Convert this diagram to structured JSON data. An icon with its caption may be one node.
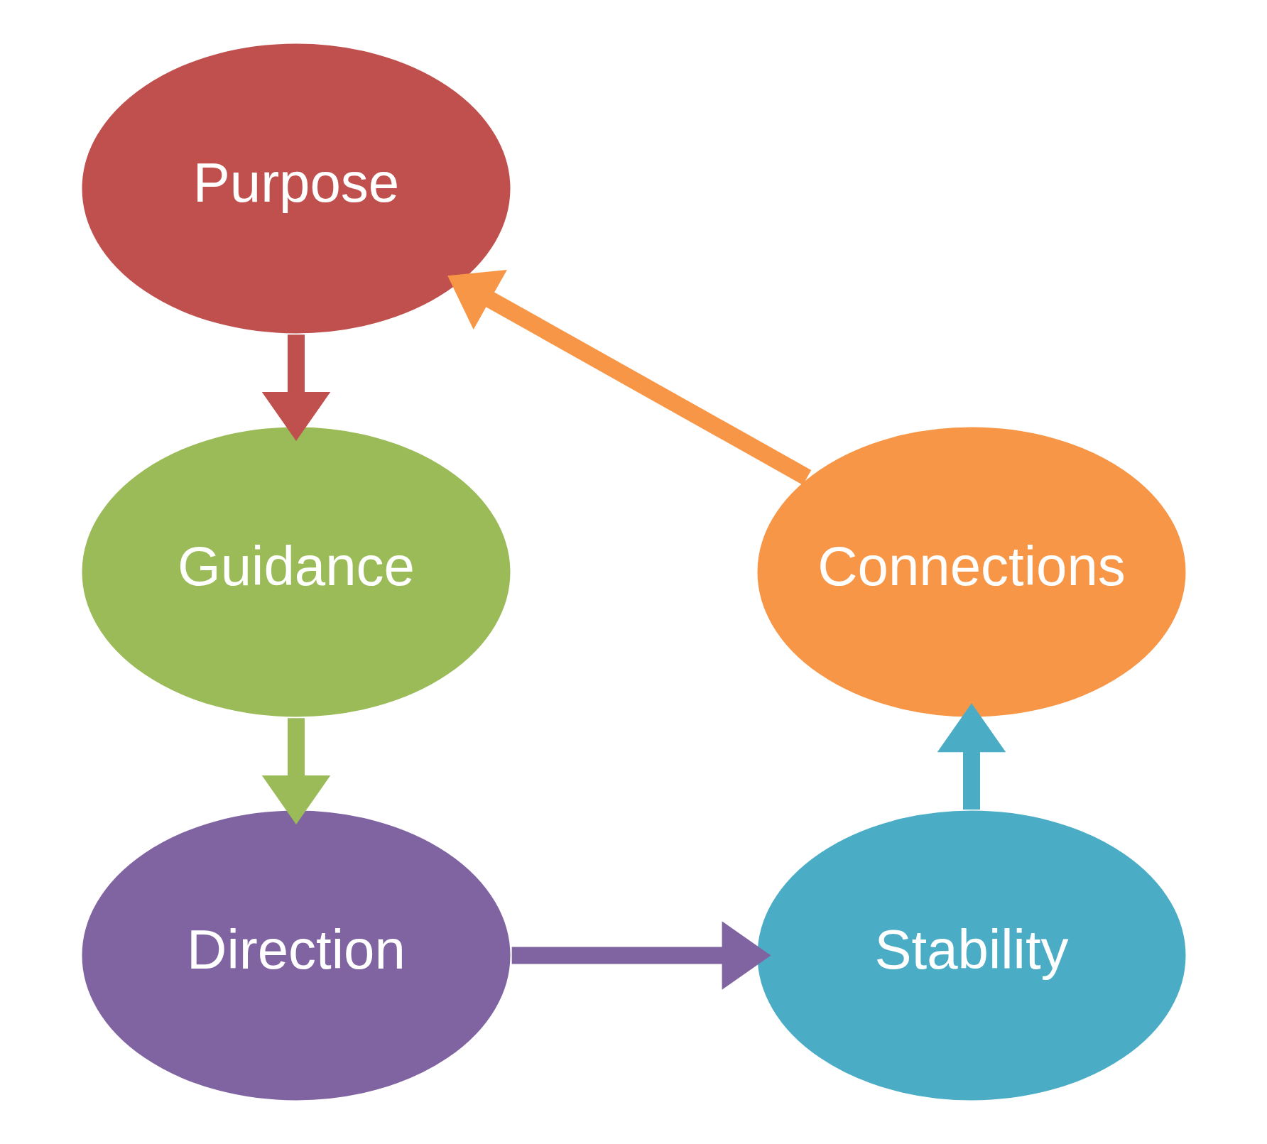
{
  "diagram": {
    "nodes": [
      {
        "text": [
          "Purpose"
        ]
      },
      {
        "text": [
          "Guidance"
        ]
      },
      {
        "text": [
          "Direction"
        ]
      },
      {
        "text": [
          "Stability"
        ]
      },
      {
        "text": [
          "Connections"
        ]
      }
    ],
    "edges": [
      {
        "from": 0,
        "to": 1,
        "arrow": "to",
        "color": "#c0504d"
      },
      {
        "from": 1,
        "to": 2,
        "arrow": "to",
        "color": "#9bbb59"
      },
      {
        "from": 2,
        "to": 3,
        "arrow": "to",
        "color": "#8064a2"
      },
      {
        "from": 3,
        "to": 4,
        "arrow": "to",
        "color": "#4bacc6"
      },
      {
        "from": 4,
        "to": 0,
        "arrow": "to",
        "color": "#f79646"
      }
    ]
  }
}
